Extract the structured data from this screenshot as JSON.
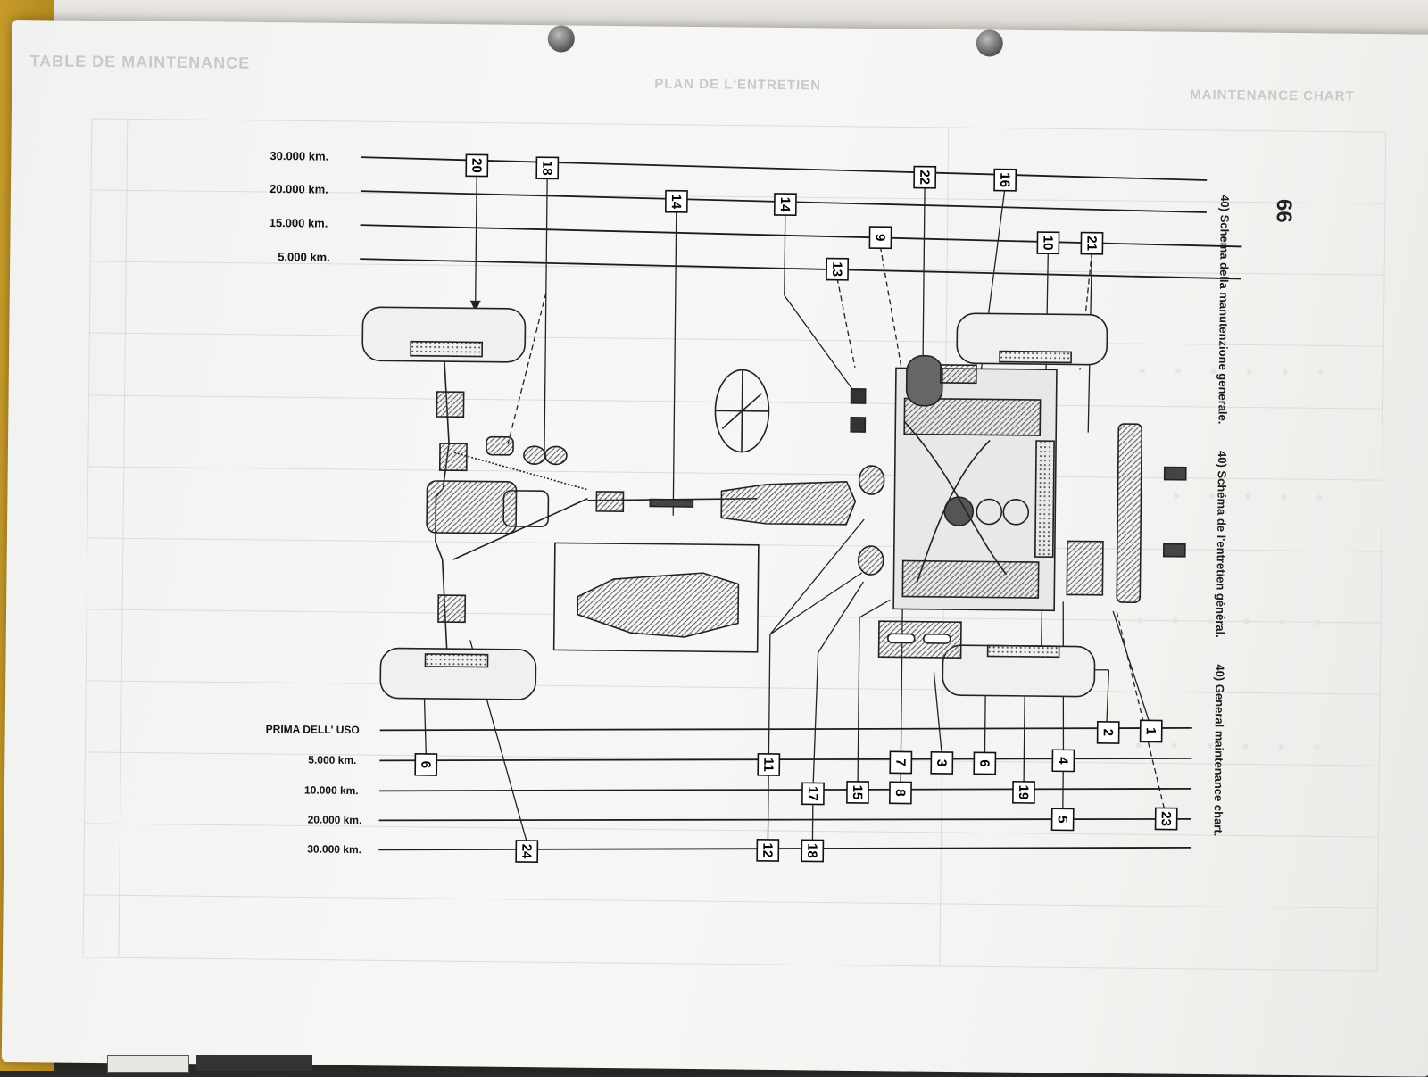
{
  "header": {
    "page_number": "66",
    "title_it": "40) Schema della manutenzione generale.",
    "title_fr": "40) Schéma de l'entretien général.",
    "title_en": "40) General maintenance chart.",
    "faint_left": "TABLE DE MAINTENANCE",
    "faint_mid": "PLAN DE L'ENTRETIEN",
    "faint_right": "MAINTENANCE CHART"
  },
  "top_rows": [
    {
      "label": "30.000 km.",
      "markers": [
        "20",
        "18",
        "22",
        "16"
      ]
    },
    {
      "label": "20.000 km.",
      "markers": [
        "14",
        "14"
      ]
    },
    {
      "label": "15.000 km.",
      "markers": [
        "9",
        "10",
        "21"
      ]
    },
    {
      "label": "5.000 km.",
      "markers": [
        "13"
      ]
    }
  ],
  "bottom_rows": [
    {
      "label": "PRIMA DELL' USO",
      "markers": [
        "2",
        "1"
      ]
    },
    {
      "label": "5.000 km.",
      "markers": [
        "6",
        "11",
        "7",
        "3",
        "6",
        "4"
      ]
    },
    {
      "label": "10.000 km.",
      "markers": [
        "17",
        "15",
        "8",
        "19"
      ]
    },
    {
      "label": "20.000 km.",
      "markers": [
        "5",
        "23"
      ]
    },
    {
      "label": "30.000 km.",
      "markers": [
        "24",
        "12",
        "18"
      ]
    }
  ],
  "colors": {
    "ink": "#1c1c1c",
    "paper": "#f5f5f3"
  }
}
